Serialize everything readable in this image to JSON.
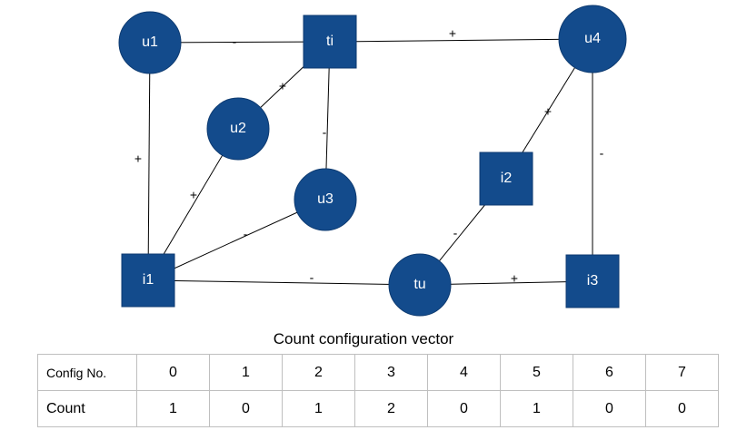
{
  "graph": {
    "nodes": [
      {
        "id": "u1",
        "label": "u1",
        "shape": "circle"
      },
      {
        "id": "ti",
        "label": "ti",
        "shape": "square"
      },
      {
        "id": "u4",
        "label": "u4",
        "shape": "circle"
      },
      {
        "id": "u2",
        "label": "u2",
        "shape": "circle"
      },
      {
        "id": "u3",
        "label": "u3",
        "shape": "circle"
      },
      {
        "id": "i2",
        "label": "i2",
        "shape": "square"
      },
      {
        "id": "i1",
        "label": "i1",
        "shape": "square"
      },
      {
        "id": "tu",
        "label": "tu",
        "shape": "circle"
      },
      {
        "id": "i3",
        "label": "i3",
        "shape": "square"
      }
    ],
    "edges": [
      {
        "from": "u1",
        "to": "ti",
        "sign": "-"
      },
      {
        "from": "ti",
        "to": "u4",
        "sign": "+"
      },
      {
        "from": "u1",
        "to": "i1",
        "sign": "+"
      },
      {
        "from": "ti",
        "to": "u2",
        "sign": "+"
      },
      {
        "from": "ti",
        "to": "u3",
        "sign": "-"
      },
      {
        "from": "u2",
        "to": "i1",
        "sign": "+"
      },
      {
        "from": "u3",
        "to": "i1",
        "sign": "-"
      },
      {
        "from": "i1",
        "to": "tu",
        "sign": "-"
      },
      {
        "from": "tu",
        "to": "i3",
        "sign": "+"
      },
      {
        "from": "tu",
        "to": "i2",
        "sign": "-"
      },
      {
        "from": "i2",
        "to": "u4",
        "sign": "+"
      },
      {
        "from": "u4",
        "to": "i3",
        "sign": "-"
      }
    ],
    "node_color": "#134b8c"
  },
  "table": {
    "caption": "Count configuration vector",
    "row1_header": "Config No.",
    "row2_header": "Count",
    "config_numbers": [
      "0",
      "1",
      "2",
      "3",
      "4",
      "5",
      "6",
      "7"
    ],
    "counts": [
      "1",
      "0",
      "1",
      "2",
      "0",
      "1",
      "0",
      "0"
    ]
  }
}
